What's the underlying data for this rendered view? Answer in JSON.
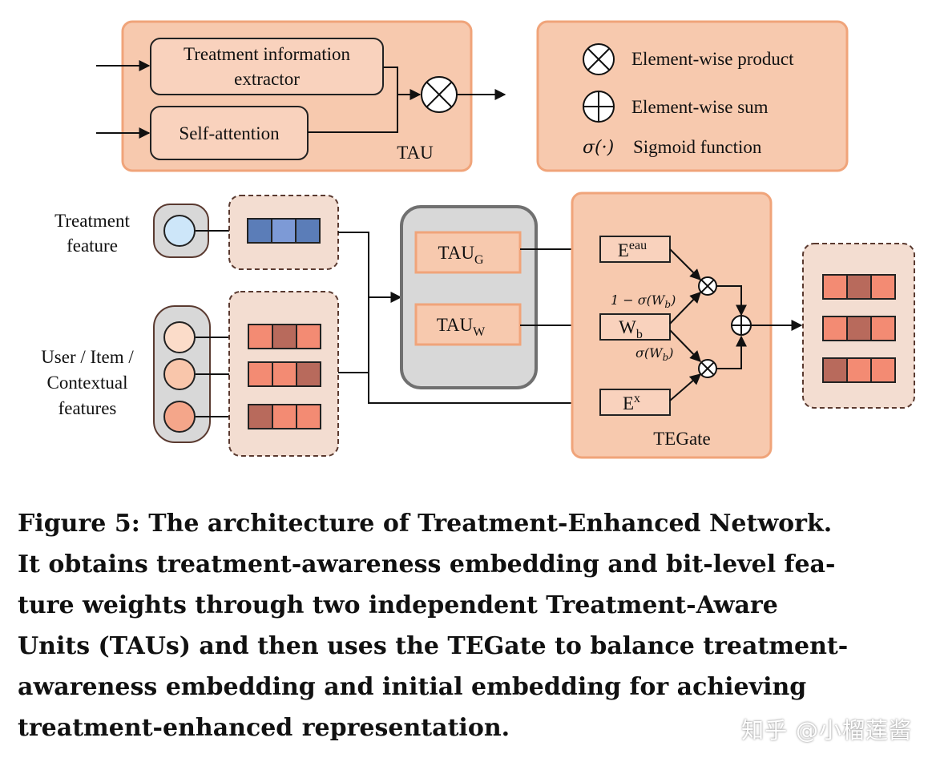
{
  "tau_box": {
    "extractor_label_line1": "Treatment information",
    "extractor_label_line2": "extractor",
    "self_attention_label": "Self-attention",
    "title": "TAU"
  },
  "legend": {
    "product_label": "Element-wise product",
    "sum_label": "Element-wise sum",
    "sigmoid_symbol": "σ(·)",
    "sigmoid_label": "Sigmoid function"
  },
  "inputs": {
    "treatment_line1": "Treatment",
    "treatment_line2": "feature",
    "user_line1": "User / Item /",
    "user_line2": "Contextual",
    "user_line3": "features"
  },
  "units": {
    "tau_g_main": "TAU",
    "tau_g_sub": "G",
    "tau_w_main": "TAU",
    "tau_w_sub": "W"
  },
  "tegate": {
    "title": "TEGate",
    "e_eau_main": "E",
    "e_eau_sup": "eau",
    "w_b_main": "W",
    "w_b_sub": "b",
    "e_x_main": "E",
    "e_x_sup": "x",
    "upper_weight_label": "1 − σ(W",
    "upper_weight_sub": "b",
    "upper_weight_close": ")",
    "lower_weight_label": "σ(W",
    "lower_weight_sub": "b",
    "lower_weight_close": ")"
  },
  "colors": {
    "panel_fill": "#f7c9ae",
    "panel_stroke": "#f0a47a",
    "embed_panel_fill": "#f3ddd1",
    "embed_panel_stroke": "#5a3a30",
    "gray_panel_fill": "#d8d8d8",
    "gray_panel_stroke": "#707070",
    "cell_light": "#f38b73",
    "cell_dark": "#b86a5c",
    "cell_blue": "#5b7db8",
    "cell_blue_light": "#7d9ad6",
    "circle_blue": "#cde6f9",
    "circle_peach_1": "#fbdcc9",
    "circle_peach_2": "#f9c6ab",
    "circle_peach_3": "#f4a68a"
  },
  "caption": {
    "line1": "Figure 5: The architecture of Treatment-Enhanced Network.",
    "line2": "It obtains treatment-awareness embedding and bit-level fea-",
    "line3": "ture weights through two independent Treatment-Aware",
    "line4": "Units (TAUs) and then uses the TEGate to balance treatment-",
    "line5": "awareness embedding and initial embedding for achieving",
    "line6": "treatment-enhanced representation."
  },
  "watermark": "知乎 @小榴莲酱"
}
